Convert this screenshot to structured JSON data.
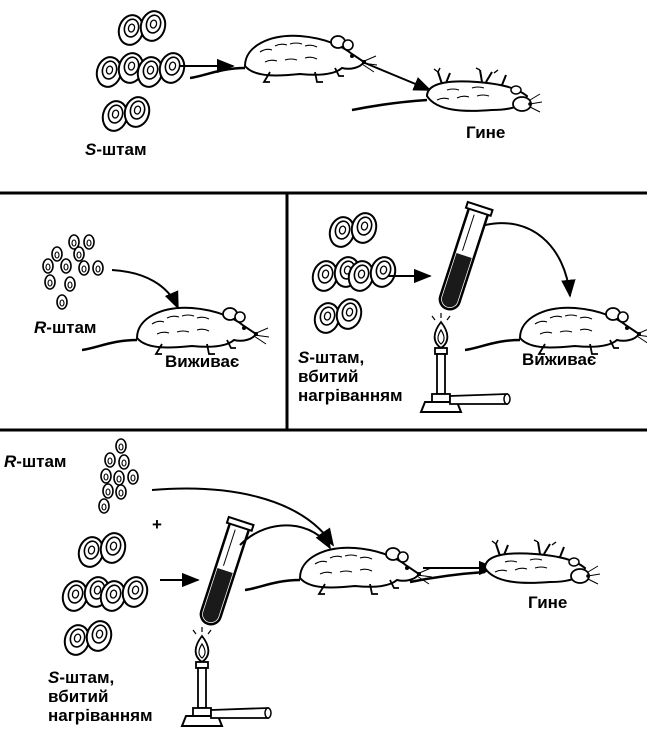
{
  "panel1": {
    "strain_letter": "S",
    "strain_suffix": "-штам",
    "outcome": "Гине"
  },
  "panel2": {
    "strain_letter": "R",
    "strain_suffix": "-штам",
    "outcome": "Виживає"
  },
  "panel3": {
    "strain_letter": "S",
    "strain_suffix": "-штам,",
    "line2": "вбитий",
    "line3": "нагріванням",
    "outcome": "Виживає"
  },
  "panel4": {
    "r_letter": "R",
    "r_suffix": "-штам",
    "plus": "+",
    "s_letter": "S",
    "s_suffix": "-штам,",
    "line2": "вбитий",
    "line3": "нагріванням",
    "outcome": "Гине"
  }
}
